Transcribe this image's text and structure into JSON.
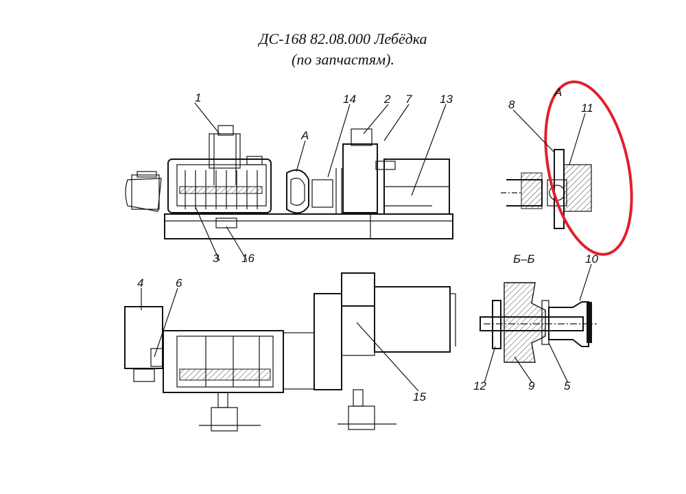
{
  "title": {
    "line1": "ДС-168 82.08.000 Лебёдка",
    "line2": "(по запчастям)."
  },
  "views": {
    "detail_a": "А",
    "section_bb": "Б–Б",
    "view_a_marker": "А"
  },
  "callouts": [
    "1",
    "2",
    "3",
    "4",
    "5",
    "6",
    "7",
    "8",
    "9",
    "10",
    "11",
    "12",
    "13",
    "14",
    "15",
    "16"
  ],
  "colors": {
    "ink": "#111111",
    "highlight": "#e0202a",
    "dim": "#888888"
  }
}
